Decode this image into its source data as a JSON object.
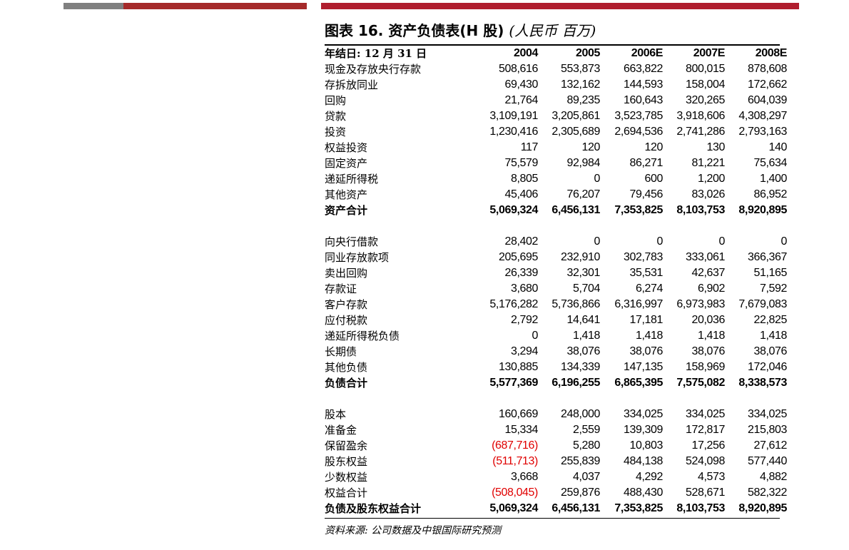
{
  "title": {
    "main": "图表 16. 资产负债表(H 股)",
    "unit": "(人民币 百万)"
  },
  "header": {
    "label": "年结日: 12 月 31 日",
    "years": [
      "2004",
      "2005",
      "2006E",
      "2007E",
      "2008E"
    ]
  },
  "assets": [
    {
      "label": "现金及存放央行存款",
      "values": [
        "508,616",
        "553,873",
        "663,822",
        "800,015",
        "878,608"
      ]
    },
    {
      "label": "存拆放同业",
      "values": [
        "69,430",
        "132,162",
        "144,593",
        "158,004",
        "172,662"
      ]
    },
    {
      "label": "回购",
      "values": [
        "21,764",
        "89,235",
        "160,643",
        "320,265",
        "604,039"
      ]
    },
    {
      "label": "贷款",
      "values": [
        "3,109,191",
        "3,205,861",
        "3,523,785",
        "3,918,606",
        "4,308,297"
      ]
    },
    {
      "label": "投资",
      "values": [
        "1,230,416",
        "2,305,689",
        "2,694,536",
        "2,741,286",
        "2,793,163"
      ]
    },
    {
      "label": "权益投资",
      "values": [
        "117",
        "120",
        "120",
        "130",
        "140"
      ]
    },
    {
      "label": "固定资产",
      "values": [
        "75,579",
        "92,984",
        "86,271",
        "81,221",
        "75,634"
      ]
    },
    {
      "label": "递延所得税",
      "values": [
        "8,805",
        "0",
        "600",
        "1,200",
        "1,400"
      ]
    },
    {
      "label": "其他资产",
      "values": [
        "45,406",
        "76,207",
        "79,456",
        "83,026",
        "86,952"
      ]
    },
    {
      "label": "资产合计",
      "bold": true,
      "values": [
        "5,069,324",
        "6,456,131",
        "7,353,825",
        "8,103,753",
        "8,920,895"
      ]
    }
  ],
  "liabilities": [
    {
      "label": "向央行借款",
      "values": [
        "28,402",
        "0",
        "0",
        "0",
        "0"
      ]
    },
    {
      "label": "同业存放款项",
      "values": [
        "205,695",
        "232,910",
        "302,783",
        "333,061",
        "366,367"
      ]
    },
    {
      "label": "卖出回购",
      "values": [
        "26,339",
        "32,301",
        "35,531",
        "42,637",
        "51,165"
      ]
    },
    {
      "label": "存款证",
      "values": [
        "3,680",
        "5,704",
        "6,274",
        "6,902",
        "7,592"
      ]
    },
    {
      "label": "客户存款",
      "values": [
        "5,176,282",
        "5,736,866",
        "6,316,997",
        "6,973,983",
        "7,679,083"
      ]
    },
    {
      "label": "应付税款",
      "values": [
        "2,792",
        "14,641",
        "17,181",
        "20,036",
        "22,825"
      ]
    },
    {
      "label": "递延所得税负债",
      "values": [
        "0",
        "1,418",
        "1,418",
        "1,418",
        "1,418"
      ]
    },
    {
      "label": "长期债",
      "values": [
        "3,294",
        "38,076",
        "38,076",
        "38,076",
        "38,076"
      ]
    },
    {
      "label": "其他负债",
      "values": [
        "130,885",
        "134,339",
        "147,135",
        "158,969",
        "172,046"
      ]
    },
    {
      "label": "负债合计",
      "bold": true,
      "values": [
        "5,577,369",
        "6,196,255",
        "6,865,395",
        "7,575,082",
        "8,338,573"
      ]
    }
  ],
  "equity": [
    {
      "label": "股本",
      "values": [
        "160,669",
        "248,000",
        "334,025",
        "334,025",
        "334,025"
      ]
    },
    {
      "label": "准备金",
      "values": [
        "15,334",
        "2,559",
        "139,309",
        "172,817",
        "215,803"
      ]
    },
    {
      "label": "保留盈余",
      "values": [
        "(687,716)",
        "5,280",
        "10,803",
        "17,256",
        "27,612"
      ]
    },
    {
      "label": "股东权益",
      "values": [
        "(511,713)",
        "255,839",
        "484,138",
        "524,098",
        "577,440"
      ]
    },
    {
      "label": "少数权益",
      "values": [
        "3,668",
        "4,037",
        "4,292",
        "4,573",
        "4,882"
      ]
    },
    {
      "label": "权益合计",
      "values": [
        "(508,045)",
        "259,876",
        "488,430",
        "528,671",
        "582,322"
      ]
    },
    {
      "label": "负债及股东权益合计",
      "bold": true,
      "values": [
        "5,069,324",
        "6,456,131",
        "7,353,825",
        "8,103,753",
        "8,920,895"
      ]
    }
  ],
  "source": "资料来源: 公司数据及中银国际研究预测",
  "colors": {
    "negative": "#e00000",
    "topbar_red": "#b01e2e",
    "topbar_gray": "#808080"
  }
}
